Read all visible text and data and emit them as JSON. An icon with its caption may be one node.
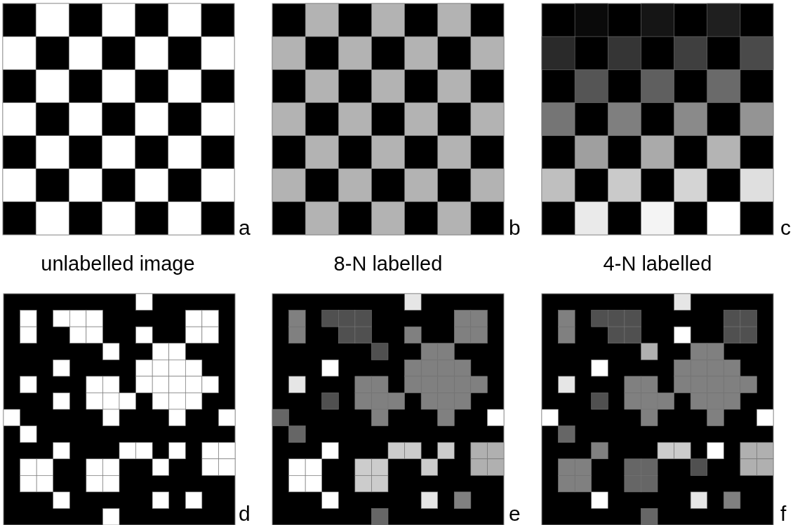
{
  "diagram": {
    "labels": [
      "a",
      "b",
      "c",
      "unlabelled image",
      "8-N labelled",
      "4-N labelled",
      "d",
      "e",
      "f"
    ]
  }
}
